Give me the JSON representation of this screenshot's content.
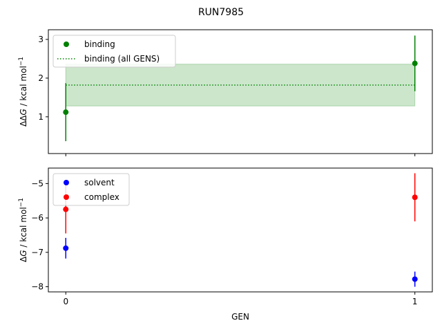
{
  "figure": {
    "title": "RUN7985"
  },
  "chart_data": [
    {
      "type": "scatter",
      "xlabel": "",
      "ylabel": "ΔΔG / kcal mol⁻¹",
      "ylabel_parts": {
        "prefix": "ΔΔ",
        "italic": "G",
        "rest": " / kcal mol",
        "sup": "−1"
      },
      "xlim": [
        -0.05,
        1.05
      ],
      "ylim": [
        0.05,
        3.25
      ],
      "xticks": [
        0,
        1
      ],
      "xticklabels_visible": false,
      "yticks": [
        1,
        2,
        3
      ],
      "ytick_labels": [
        "1",
        "2",
        "3"
      ],
      "legend_position": "top-left",
      "series": [
        {
          "name": "binding",
          "marker": "circle",
          "color": "#008000",
          "x": [
            0,
            1
          ],
          "y": [
            1.12,
            2.38
          ],
          "yerr": [
            0.75,
            0.72
          ]
        }
      ],
      "reference_lines": [
        {
          "name": "binding (all GENS)",
          "style": "dotted",
          "color": "#008000",
          "x_range": [
            0,
            1
          ],
          "y": 1.82,
          "band": [
            1.28,
            2.36
          ],
          "band_color": "#008000",
          "band_opacity": 0.2
        }
      ]
    },
    {
      "type": "scatter",
      "xlabel": "GEN",
      "ylabel": "ΔG / kcal mol⁻¹",
      "ylabel_parts": {
        "prefix": "Δ",
        "italic": "G",
        "rest": " / kcal mol",
        "sup": "−1"
      },
      "xlim": [
        -0.05,
        1.05
      ],
      "ylim": [
        -8.15,
        -4.55
      ],
      "xticks": [
        0,
        1
      ],
      "xtick_labels": [
        "0",
        "1"
      ],
      "yticks": [
        -8,
        -7,
        -6,
        -5
      ],
      "ytick_labels": [
        "−8",
        "−7",
        "−6",
        "−5"
      ],
      "legend_position": "top-left",
      "series": [
        {
          "name": "solvent",
          "marker": "circle",
          "color": "#0000ff",
          "x": [
            0,
            1
          ],
          "y": [
            -6.88,
            -7.78
          ],
          "yerr": [
            0.3,
            0.22
          ]
        },
        {
          "name": "complex",
          "marker": "circle",
          "color": "#ff0000",
          "x": [
            0,
            1
          ],
          "y": [
            -5.75,
            -5.4
          ],
          "yerr": [
            0.7,
            0.7
          ]
        }
      ]
    }
  ]
}
